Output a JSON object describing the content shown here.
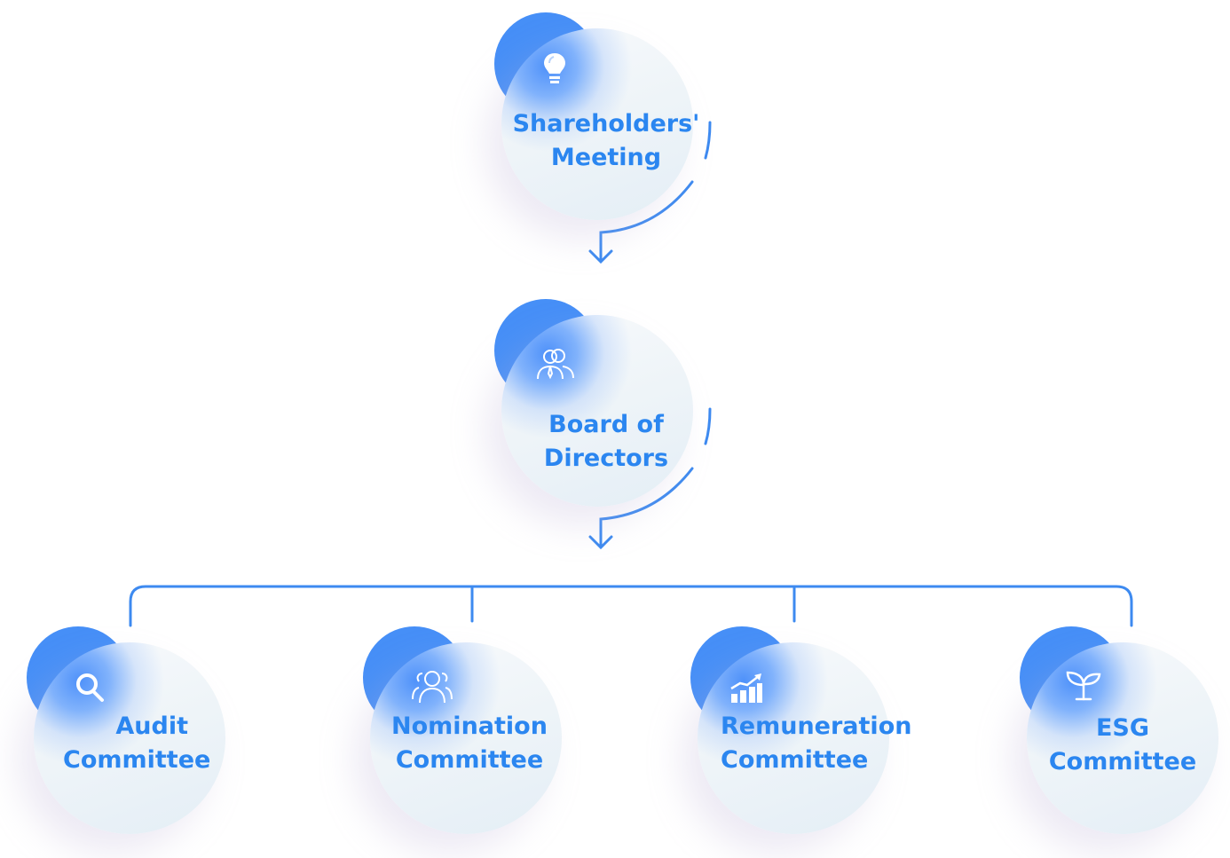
{
  "colors": {
    "accent": "#2b86f0",
    "blob": "#468ff7",
    "line": "#3d8af0"
  },
  "nodes": {
    "shareholders": {
      "line1": "Shareholders'",
      "line2": "Meeting",
      "icon": "lightbulb-icon"
    },
    "board": {
      "line1": "Board of",
      "line2": "Directors",
      "icon": "people-tie-icon"
    },
    "audit": {
      "line1": "Audit",
      "line2": "Committee",
      "icon": "search-icon"
    },
    "nomination": {
      "line1": "Nomination",
      "line2": "Committee",
      "icon": "group-icon"
    },
    "remuneration": {
      "line1": "Remuneration",
      "line2": "Committee",
      "icon": "bar-chart-up-icon"
    },
    "esg": {
      "line1": "ESG",
      "line2": "Committee",
      "icon": "sprout-icon"
    }
  }
}
